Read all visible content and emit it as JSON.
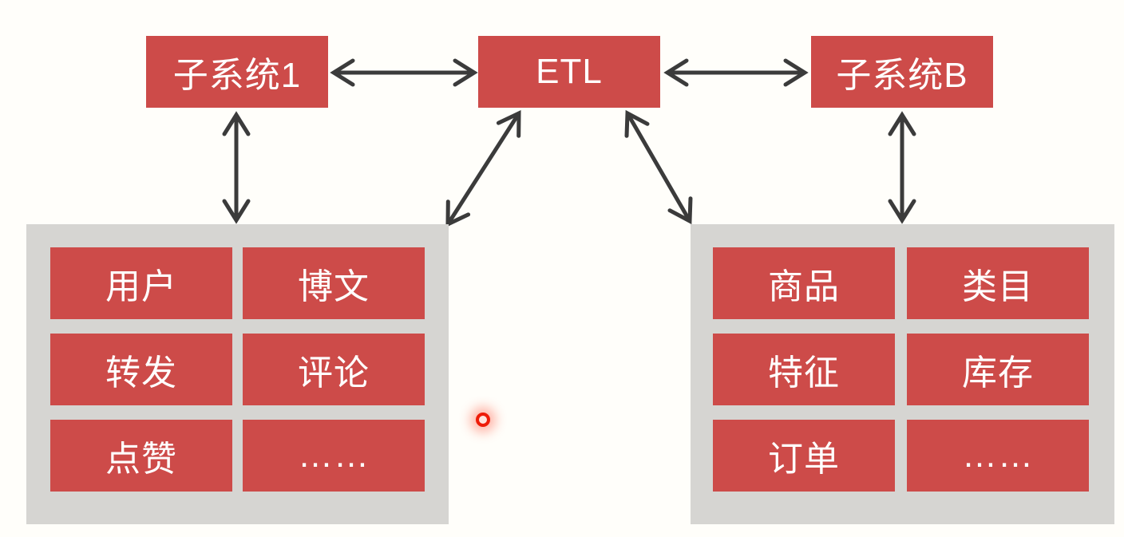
{
  "diagram": {
    "nodes": [
      {
        "id": "subsystem1",
        "label": "子系统1"
      },
      {
        "id": "etl",
        "label": "ETL"
      },
      {
        "id": "subsystemB",
        "label": "子系统B"
      }
    ],
    "edges": [
      {
        "from": "subsystem1",
        "to": "etl",
        "bidirectional": true
      },
      {
        "from": "etl",
        "to": "subsystemB",
        "bidirectional": true
      },
      {
        "from": "subsystem1",
        "to": "left-panel",
        "bidirectional": true
      },
      {
        "from": "etl",
        "to": "left-panel",
        "bidirectional": true
      },
      {
        "from": "etl",
        "to": "right-panel",
        "bidirectional": true
      },
      {
        "from": "subsystemB",
        "to": "right-panel",
        "bidirectional": true
      }
    ],
    "left_panel": {
      "items": [
        "用户",
        "博文",
        "转发",
        "评论",
        "点赞",
        "……"
      ]
    },
    "right_panel": {
      "items": [
        "商品",
        "类目",
        "特征",
        "库存",
        "订单",
        "……"
      ]
    }
  },
  "colors": {
    "box_red": "#cd4b49",
    "panel_gray": "#d6d5d2",
    "arrow": "#3b3b3b",
    "text": "#ffffff",
    "background": "#fffefa",
    "laser_dot": "#ee1c09"
  }
}
